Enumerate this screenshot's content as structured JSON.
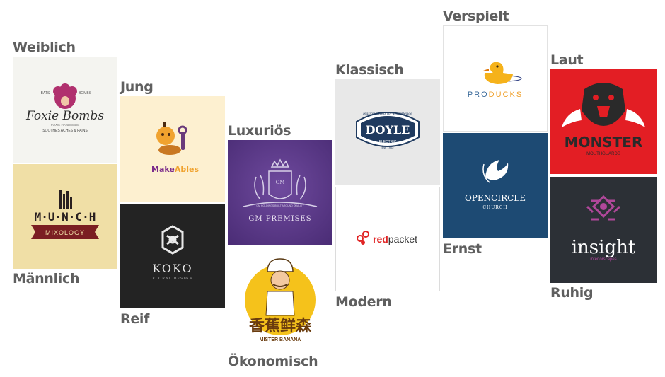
{
  "labels": {
    "weiblich": "Weiblich",
    "maennlich": "Männlich",
    "jung": "Jung",
    "reif": "Reif",
    "luxurioes": "Luxuriös",
    "oekonomisch": "Ökonomisch",
    "klassisch": "Klassisch",
    "modern": "Modern",
    "verspielt": "Verspielt",
    "ernst": "Ernst",
    "laut": "Laut",
    "ruhig": "Ruhig"
  },
  "logos": {
    "foxie": {
      "name": "Foxie Bombs",
      "left_small": "BATS",
      "right_small": "BOMBS",
      "tag1": "FOXIE  HANDMADE",
      "tag2": "SOOTHES ACHES & PAINS"
    },
    "munch": {
      "name": "M·U·N·C·H",
      "sub": "MIXOLOGY"
    },
    "makeables": {
      "part1": "Make",
      "part2": "Ables"
    },
    "koko": {
      "name": "KOKO",
      "sub": "FLORAL DESIGN"
    },
    "gm": {
      "name": "GM PREMISES",
      "monogram": "GM",
      "band": "GM HOLDINGS BUILT AROUND QUALITY"
    },
    "banana": {
      "chinese": "香蕉鲜森",
      "name": "MISTER BANANA"
    },
    "doyle": {
      "top": "Nationalized for Excellence",
      "name": "DOYLE",
      "sub": "ELECTRIC",
      "est": "Est. 1902"
    },
    "redpacket": {
      "part1": "red",
      "part2": "packet"
    },
    "produks": {
      "part1": "PRO",
      "part2": "DUCKS"
    },
    "opencircle": {
      "name": "OPENCIRCLE",
      "sub": "CHURCH"
    },
    "monster": {
      "name": "MONSTER",
      "sub": "MOUTHGUARDS"
    },
    "insight": {
      "name": "insight",
      "sub": "interiorscapes"
    }
  },
  "colors": {
    "label": "#5f5f5f",
    "foxie_bg": "#f4f4f0",
    "munch_bg": "#f0dfa6",
    "makeables_bg": "#fdf0d0",
    "koko_bg": "#232323",
    "gm_bg": "#5a3a86",
    "doyle_bg": "#e8e8e8",
    "opencircle_bg": "#1d4a73",
    "monster_bg": "#e31e24",
    "insight_bg": "#2c3036"
  }
}
